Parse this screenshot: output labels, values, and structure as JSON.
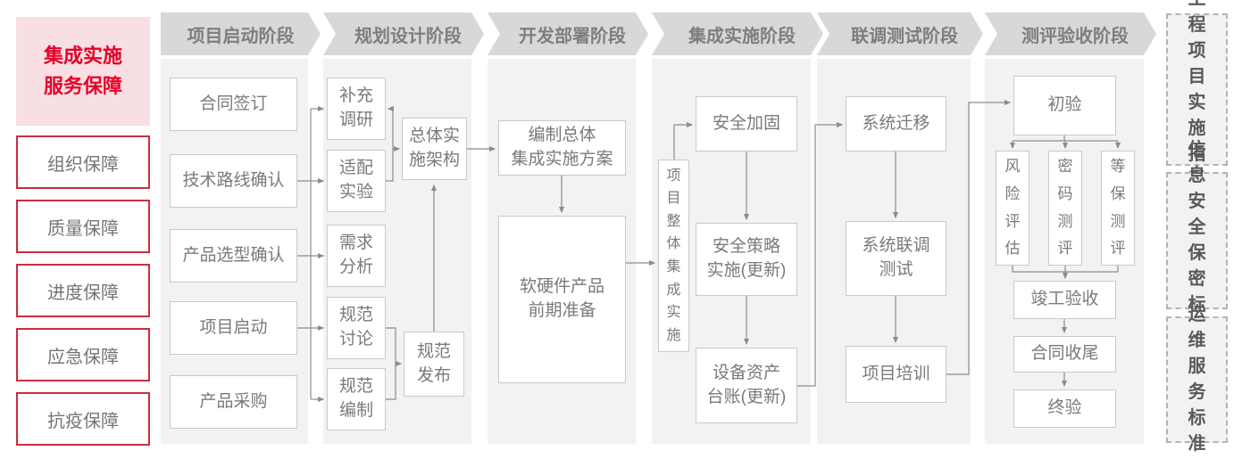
{
  "sidebar": {
    "title": "集成实施\n服务保障",
    "items": [
      "组织保障",
      "质量保障",
      "进度保障",
      "应急保障",
      "抗疫保障"
    ]
  },
  "phases": [
    {
      "header": "项目启动阶段",
      "boxes": [
        "合同签订",
        "技术路线确认",
        "产品选型确认",
        "项目启动",
        "产品采购"
      ]
    },
    {
      "header": "规划设计阶段",
      "boxes": [
        "补充\n调研",
        "适配\n实验",
        "需求\n分析",
        "规范\n讨论",
        "规范\n编制",
        "总体实\n施架构",
        "规范\n发布"
      ]
    },
    {
      "header": "开发部署阶段",
      "boxes": [
        "编制总体\n集成实施方案",
        "软硬件产品\n前期准备"
      ]
    },
    {
      "header": "集成实施阶段",
      "boxes": [
        "项\n目\n整\n体\n集\n成\n实\n施",
        "安全加固",
        "安全策略\n实施(更新)",
        "设备资产\n台账(更新)"
      ]
    },
    {
      "header": "联调测试阶段",
      "boxes": [
        "系统迁移",
        "系统联调\n测试",
        "项目培训"
      ]
    },
    {
      "header": "测评验收阶段",
      "boxes": [
        "初验",
        "风\n险\n评\n估",
        "密\n码\n测\n评",
        "等\n保\n测\n评",
        "竣工验收",
        "合同收尾",
        "终验"
      ]
    }
  ],
  "standards": [
    "工程\n项目\n实施\n指引",
    "信息\n安全\n保密\n标准",
    "运维\n服务\n标准"
  ],
  "colors": {
    "accent_red_text": "#e60028",
    "red_border": "#c5303e",
    "pink_bg": "#f8dfe4",
    "banner_bg": "#d8d8d8",
    "panel_bg": "#f2f2f2",
    "box_border": "#c9c9c9",
    "text_gray": "#7a7a7a",
    "line_gray": "#8c8c8c"
  }
}
